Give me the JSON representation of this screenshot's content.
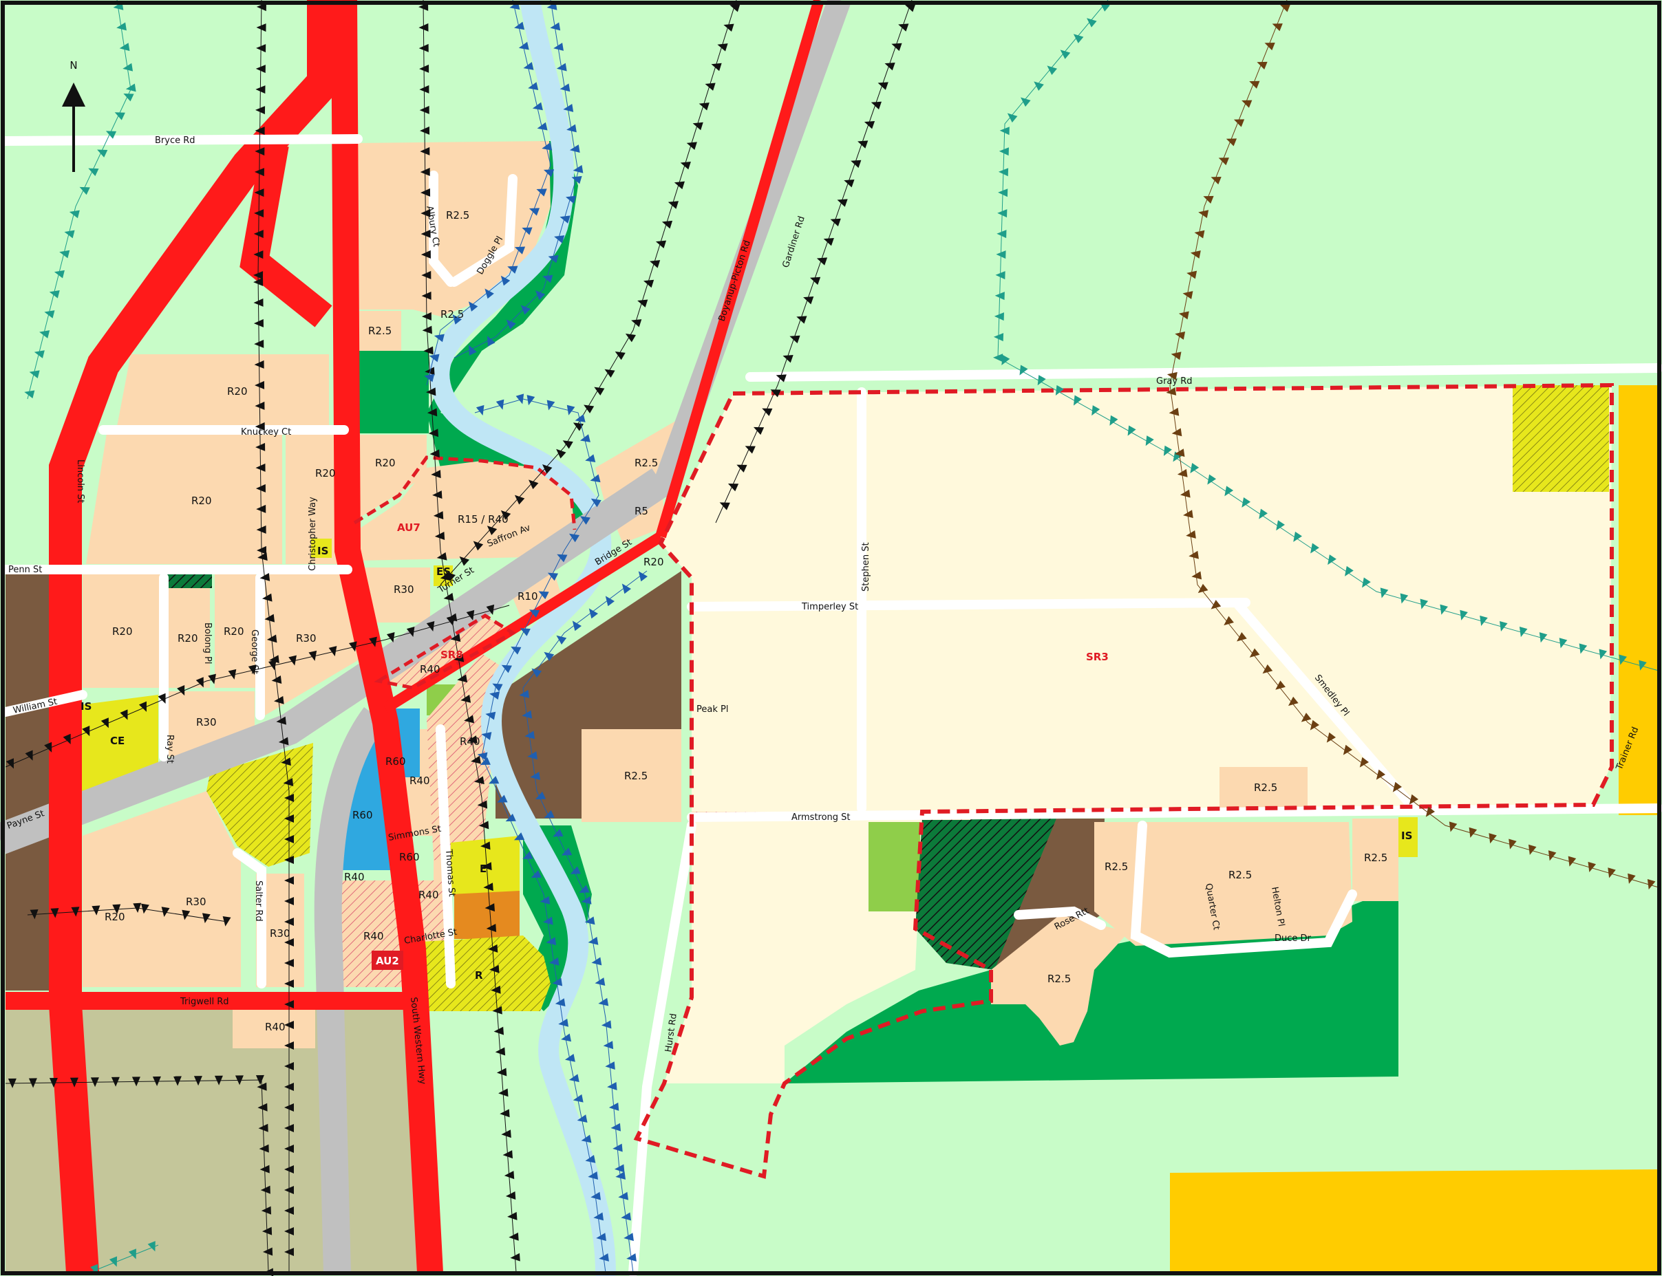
{
  "colors": {
    "rural": "#c8fcc8",
    "residential": "#fcd9b0",
    "future_residential": "#fff9dc",
    "recreation": "#00a94f",
    "parks": "#8fce4a",
    "industry": "#7a5a40",
    "primary_road": "#ff1a1a",
    "secondary_road": "#c0c0c0",
    "public_use": "#e7e71c",
    "waterway": "#bfe6f5",
    "mineral": "#ffcc00",
    "rural_alt": "#c4c69a",
    "commercial_blue": "#2fa8e0",
    "orange": "#e58a1f",
    "scheme_boundary": "#e01b24",
    "black": "#111111"
  },
  "north_arrow": {
    "label": "N"
  },
  "roads": {
    "bryce": "Bryce Rd",
    "gray": "Gray Rd",
    "gardiner": "Gardiner Rd",
    "boyanup_picton": "Boyanup-Picton Rd",
    "lincoln": "Lincoln St",
    "penn": "Penn St",
    "knuckey": "Knuckey Ct",
    "christopher": "Christopher Way",
    "turner": "Turner St",
    "saffron": "Saffron Av",
    "bridge": "Bridge St",
    "timperley": "Timperley St",
    "stephen": "Stephen St",
    "peak": "Peak Pl",
    "smedley": "Smedley Pl",
    "trainer": "Trainer Rd",
    "armstrong": "Armstrong St",
    "hurst": "Hurst Rd",
    "duce": "Duce Dr",
    "quarter": "Quarter Ct",
    "helton": "Helton Pl",
    "rose": "Rose Rtt",
    "william": "William St",
    "payne": "Payne St",
    "ray": "Ray St",
    "salter": "Salter Rd",
    "simmons": "Simmons St",
    "thomas": "Thomas St",
    "charlotte": "Charlotte St",
    "trigwell": "Trigwell Rd",
    "south_western": "South Western Hwy",
    "george": "George St",
    "bolong": "Bolong Pl",
    "albury": "Albury Ct",
    "doggle": "Doggle Pl"
  },
  "zones": {
    "r25": "R2.5",
    "r20": "R20",
    "r30": "R30",
    "r40": "R40",
    "r60": "R60",
    "r10": "R10",
    "r5": "R5",
    "r15_40": "R15 / R40",
    "is": "IS",
    "es": "ES",
    "ce": "CE",
    "e": "E",
    "r": "R"
  },
  "special": {
    "au7": "AU7",
    "au2": "AU2",
    "sr8": "SR8",
    "sr3": "SR3"
  }
}
